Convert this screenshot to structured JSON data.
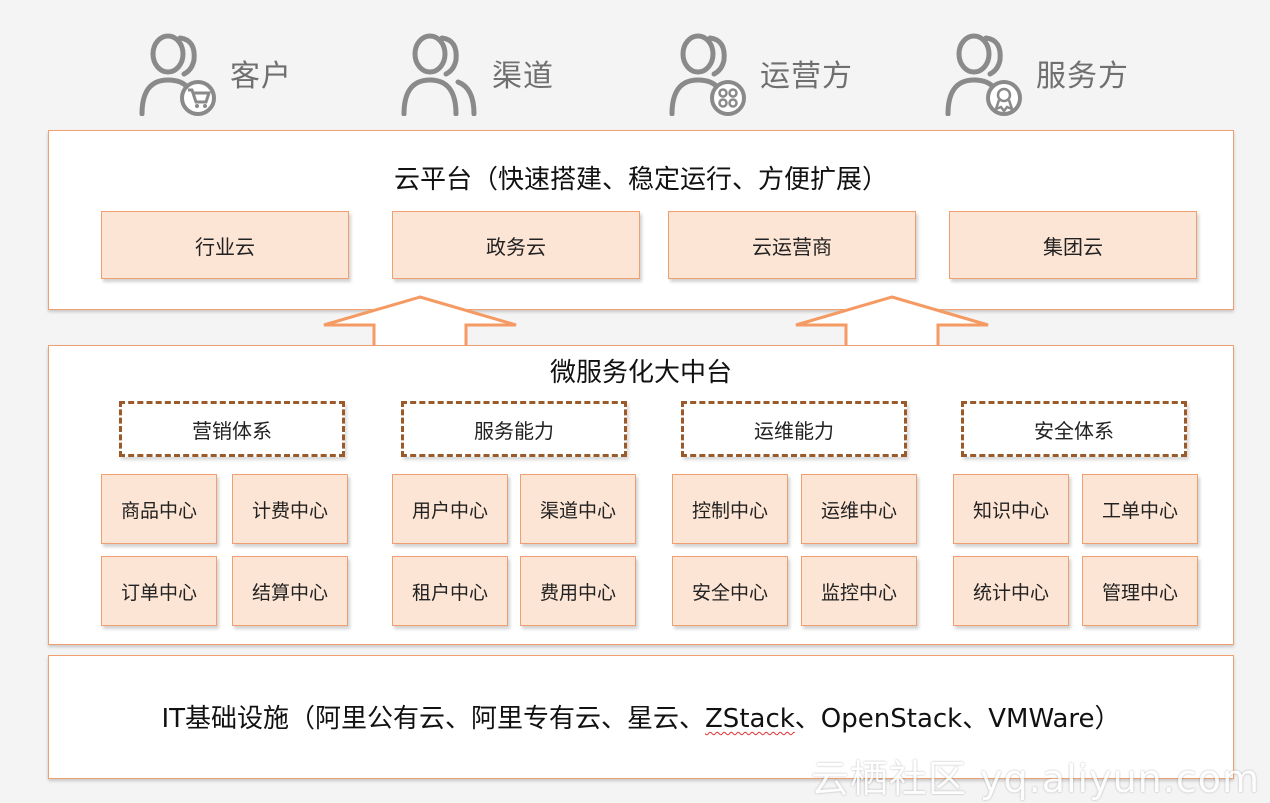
{
  "roles": [
    {
      "label": "客户",
      "icon": "user-cart-icon"
    },
    {
      "label": "渠道",
      "icon": "user-icon"
    },
    {
      "label": "运营方",
      "icon": "user-grid-icon"
    },
    {
      "label": "服务方",
      "icon": "user-badge-icon"
    }
  ],
  "cloud_platform": {
    "title": "云平台（快速搭建、稳定运行、方便扩展）",
    "items": [
      "行业云",
      "政务云",
      "云运营商",
      "集团云"
    ]
  },
  "middle_platform": {
    "title": "微服务化大中台",
    "groups": [
      {
        "name": "营销体系",
        "cells": [
          "商品中心",
          "计费中心",
          "订单中心",
          "结算中心"
        ]
      },
      {
        "name": "服务能力",
        "cells": [
          "用户中心",
          "渠道中心",
          "租户中心",
          "费用中心"
        ]
      },
      {
        "name": "运维能力",
        "cells": [
          "控制中心",
          "运维中心",
          "安全中心",
          "监控中心"
        ]
      },
      {
        "name": "安全体系",
        "cells": [
          "知识中心",
          "工单中心",
          "统计中心",
          "管理中心"
        ]
      }
    ]
  },
  "infrastructure": {
    "prefix": "IT基础设施（阿里公有云、阿里专有云、星云、",
    "zstack": "ZStack",
    "suffix": "、OpenStack、VMWare）"
  },
  "watermark": "云栖社区 yq.aliyun.com",
  "colors": {
    "accent_border": "#f0a070",
    "box_fill": "#fde5d5",
    "dashed_border": "#9b5a2a",
    "icon_gray": "#8a8a8a"
  }
}
